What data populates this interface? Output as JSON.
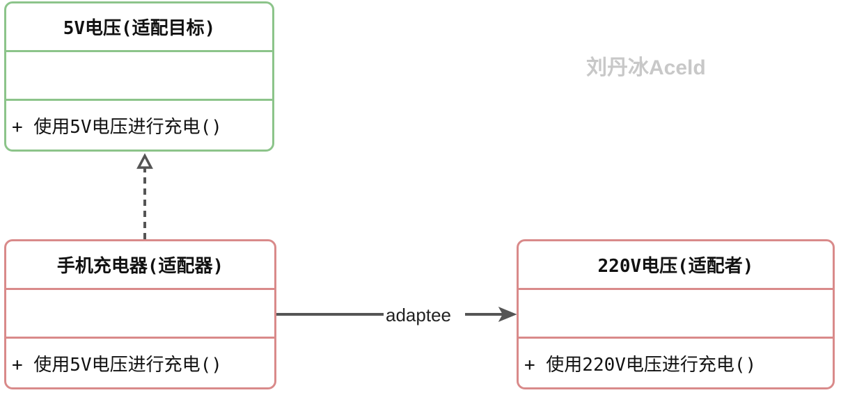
{
  "classes": {
    "target": {
      "name": "5V电压(适配目标)",
      "attributes": "",
      "operation": "+ 使用5V电压进行充电()"
    },
    "adapter": {
      "name": "手机充电器(适配器)",
      "attributes": "",
      "operation": "+ 使用5V电压进行充电()"
    },
    "adaptee": {
      "name": "220V电压(适配者)",
      "attributes": "",
      "operation": "+ 使用220V电压进行充电()"
    }
  },
  "edges": {
    "realization": {
      "from": "adapter",
      "to": "target",
      "style": "dashed"
    },
    "association": {
      "from": "adapter",
      "to": "adaptee",
      "label": "adaptee"
    }
  },
  "watermark": "刘丹冰Aceld",
  "colors": {
    "target_border": "#8cc48a",
    "adapter_border": "#d98a8a",
    "adaptee_border": "#d98a8a",
    "edge": "#555555",
    "watermark": "#c8c8c8"
  }
}
